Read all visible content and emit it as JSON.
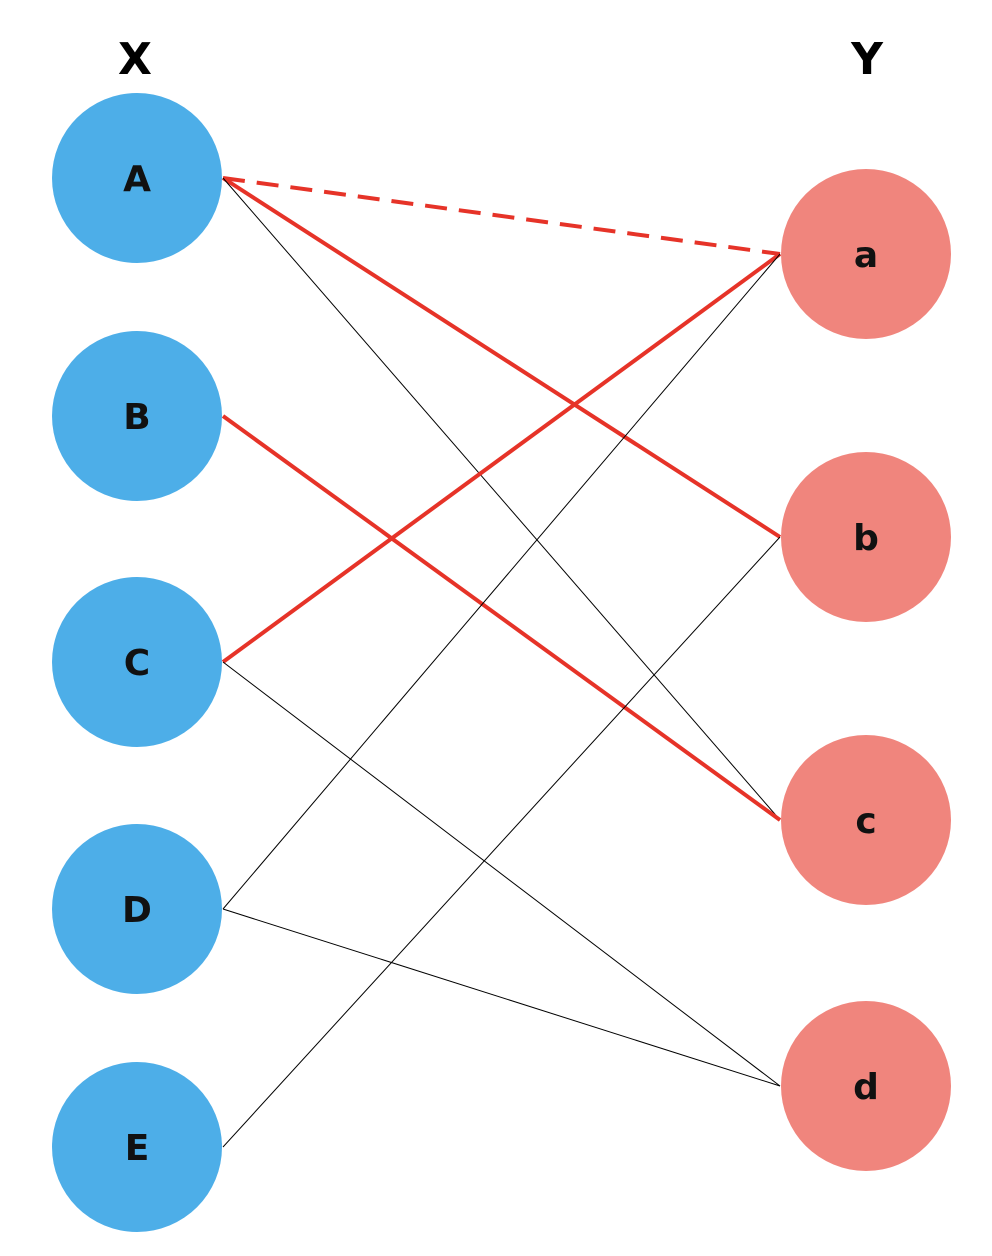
{
  "diagram": {
    "left_set": {
      "label": "X",
      "color": "#4daee8",
      "nodes": [
        "A",
        "B",
        "C",
        "D",
        "E"
      ]
    },
    "right_set": {
      "label": "Y",
      "color": "#f0857d",
      "nodes": [
        "a",
        "b",
        "c",
        "d"
      ]
    },
    "edge_colors": {
      "matching": "#e63328",
      "normal": "#000000"
    },
    "edges": [
      {
        "from": "A",
        "to": "a",
        "style": "dashed-red"
      },
      {
        "from": "A",
        "to": "b",
        "style": "red"
      },
      {
        "from": "A",
        "to": "c",
        "style": "thin"
      },
      {
        "from": "B",
        "to": "c",
        "style": "red"
      },
      {
        "from": "C",
        "to": "a",
        "style": "red"
      },
      {
        "from": "C",
        "to": "d",
        "style": "thin"
      },
      {
        "from": "D",
        "to": "a",
        "style": "thin"
      },
      {
        "from": "D",
        "to": "d",
        "style": "thin"
      },
      {
        "from": "E",
        "to": "b",
        "style": "thin"
      }
    ]
  }
}
